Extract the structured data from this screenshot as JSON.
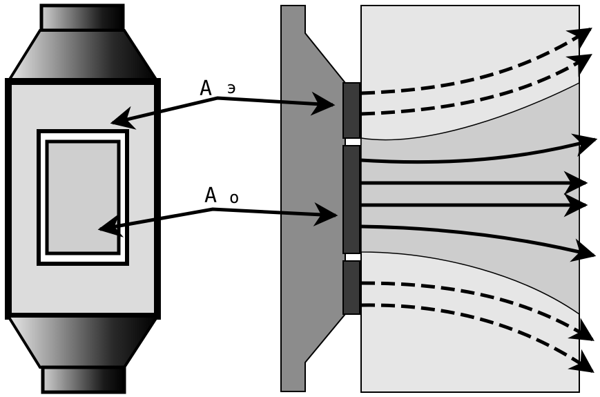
{
  "labels": {
    "upper_main": "А",
    "upper_sub": "э",
    "lower_main": "А",
    "lower_sub": "о"
  },
  "colors": {
    "outline": "#000000",
    "device_light": "#dcdcdc",
    "inner_window": "#cfcfcf",
    "plate": "#8c8c8c",
    "electrode": "#3a3a3a",
    "field_light": "#e6e6e6",
    "beam": "#cdcdcd"
  },
  "flow_lines": [
    {
      "style": "dashed"
    },
    {
      "style": "dashed"
    },
    {
      "style": "solid"
    },
    {
      "style": "solid"
    },
    {
      "style": "solid"
    },
    {
      "style": "solid"
    },
    {
      "style": "dashed"
    },
    {
      "style": "dashed"
    }
  ]
}
